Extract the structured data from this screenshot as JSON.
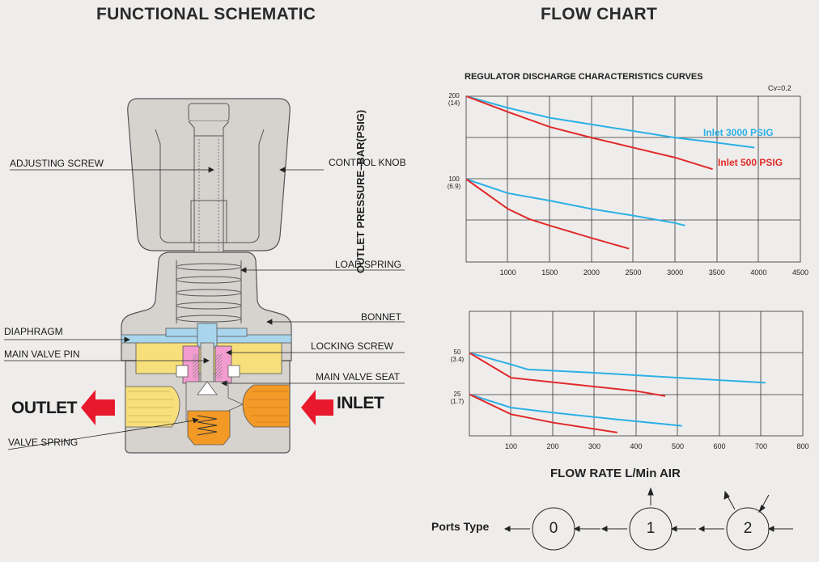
{
  "headings": {
    "schematic": "FUNCTIONAL SCHEMATIC",
    "flow_chart": "FLOW CHART"
  },
  "schematic_labels": {
    "adjusting_screw": "ADJUSTING SCREW",
    "control_knob": "CONTROL KNOB",
    "load_spring": "LOAD SPRING",
    "bonnet": "BONNET",
    "diaphragm": "DIAPHRAGM",
    "locking_screw": "LOCKING SCREW",
    "main_valve_pin": "MAIN VALVE PIN",
    "main_valve_seat": "MAIN VALVE SEAT",
    "valve_spring": "VALVE SPRING",
    "outlet": "OUTLET",
    "inlet": "INLET"
  },
  "colors": {
    "blue_series": "#2bb0e6",
    "red_series": "#e02a2a",
    "arrow_red": "#e8192c",
    "body_grey": "#d6d3cf",
    "yellow": "#f7df7c",
    "orange": "#f39a26",
    "diaphragm_blue": "#a9d6ec",
    "pink": "#f29cd0"
  },
  "y_axis_label": "OUTLET PRESSURE–BAR(PSIG)",
  "flow_rate_label": "FLOW RATE  L/Min AIR",
  "ports": {
    "label": "Ports Type",
    "types": [
      "0",
      "1",
      "2"
    ]
  },
  "chart_data": [
    {
      "type": "line",
      "title": "REGULATOR DISCHARGE CHARACTERISTICS CURVES",
      "annotation": "Cv=0.2",
      "x_ticks": [
        "1000",
        "1500",
        "2000",
        "2500",
        "3000",
        "3500",
        "4000",
        "4500"
      ],
      "y_ticks": [
        {
          "value": 100,
          "label": "100",
          "sub": "(6.9)"
        },
        {
          "value": 200,
          "label": "200",
          "sub": "(14)"
        }
      ],
      "xlim": [
        500,
        4500
      ],
      "ylim": [
        0,
        200
      ],
      "series": [
        {
          "name": "Inlet 3000 PSIG",
          "color": "#2bb0e6",
          "x": [
            500,
            1000,
            1500,
            2000,
            2500,
            3000,
            3500,
            3950
          ],
          "y": [
            200,
            186,
            174,
            166,
            158,
            150,
            144,
            138
          ]
        },
        {
          "name": "Inlet 500 PSIG",
          "color": "#e02a2a",
          "x": [
            500,
            1000,
            1500,
            2000,
            2500,
            3000,
            3450
          ],
          "y": [
            200,
            181,
            163,
            150,
            138,
            126,
            112
          ]
        },
        {
          "color": "#2bb0e6",
          "x": [
            500,
            1000,
            1500,
            2000,
            2500,
            3000,
            3120
          ],
          "y": [
            100,
            83,
            74,
            64,
            56,
            47,
            44
          ]
        },
        {
          "color": "#e02a2a",
          "x": [
            500,
            1000,
            1250,
            1500,
            2000,
            2450
          ],
          "y": [
            100,
            64,
            52,
            44,
            29,
            16
          ]
        }
      ]
    },
    {
      "type": "line",
      "x_ticks": [
        "100",
        "200",
        "300",
        "400",
        "500",
        "600",
        "700",
        "800"
      ],
      "y_ticks": [
        {
          "value": 25,
          "label": "25",
          "sub": "(1.7)"
        },
        {
          "value": 50,
          "label": "50",
          "sub": "(3.4)"
        }
      ],
      "xlim": [
        0,
        800
      ],
      "ylim": [
        0,
        75
      ],
      "series": [
        {
          "color": "#2bb0e6",
          "x": [
            0,
            100,
            140,
            300,
            500,
            710
          ],
          "y": [
            50,
            43,
            40,
            38,
            35,
            32
          ]
        },
        {
          "color": "#e02a2a",
          "x": [
            0,
            100,
            250,
            400,
            470
          ],
          "y": [
            50,
            35,
            31,
            27,
            24
          ]
        },
        {
          "color": "#2bb0e6",
          "x": [
            0,
            100,
            200,
            350,
            510
          ],
          "y": [
            25,
            17,
            14,
            10,
            6
          ]
        },
        {
          "color": "#e02a2a",
          "x": [
            0,
            100,
            200,
            355
          ],
          "y": [
            25,
            13,
            8,
            2
          ]
        }
      ]
    }
  ]
}
